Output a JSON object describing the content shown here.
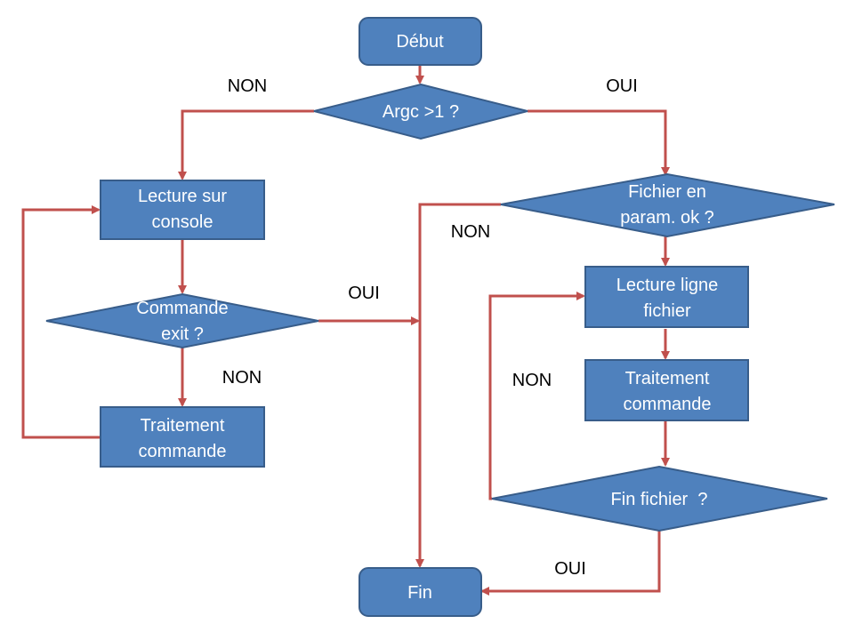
{
  "colors": {
    "node_fill": "#4F81BD",
    "node_stroke": "#385D8A",
    "edge": "#C0504D",
    "text_on_node": "#FFFFFF",
    "label_text": "#000000"
  },
  "nodes": {
    "debut": [
      "Début"
    ],
    "argc": [
      "Argc >1 ?"
    ],
    "lecture_console": [
      "Lecture sur",
      "console"
    ],
    "commande_exit": [
      "Commande",
      "exit ?"
    ],
    "traitement_left": [
      "Traitement",
      "commande"
    ],
    "fichier_ok": [
      "Fichier en",
      "param. ok ?"
    ],
    "lecture_ligne": [
      "Lecture ligne",
      "fichier"
    ],
    "traitement_right": [
      "Traitement",
      "commande"
    ],
    "fin_fichier": [
      "Fin fichier  ?"
    ],
    "fin": [
      "Fin"
    ]
  },
  "edge_labels": {
    "argc_non": "NON",
    "argc_oui": "OUI",
    "fichier_non": "NON",
    "exit_oui": "OUI",
    "exit_non": "NON",
    "fin_fichier_non": "NON",
    "fin_fichier_oui": "OUI"
  }
}
